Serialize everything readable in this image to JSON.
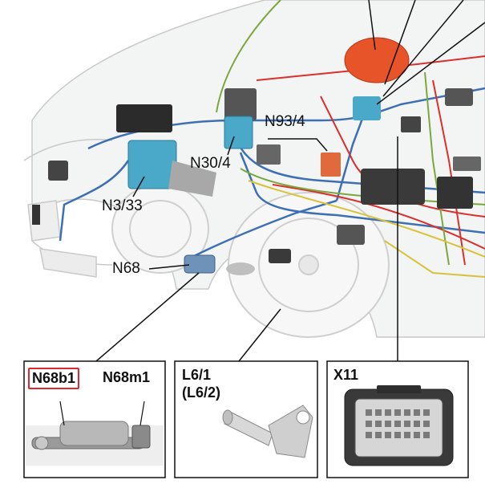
{
  "callouts": {
    "n93_4": "N93/4",
    "n30_4": "N30/4",
    "n3_33": "N3/33",
    "n68": "N68"
  },
  "panels": {
    "left": {
      "label_a": "N68b1",
      "label_b": "N68m1",
      "highlight_color": "#e0262f"
    },
    "middle": {
      "line1": "L6/1",
      "line2": "(L6/2)"
    },
    "right": {
      "label": "X11"
    }
  },
  "colors": {
    "wire_blue": "#3d6fb5",
    "wire_red": "#d9302c",
    "wire_green": "#7aa83c",
    "wire_yellow": "#d8c23a",
    "module_teal": "#4aa8c8",
    "module_orange": "#e8542a"
  }
}
